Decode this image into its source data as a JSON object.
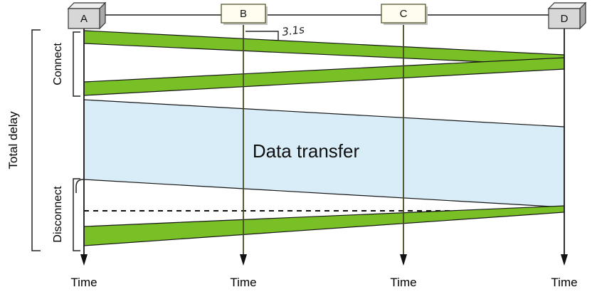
{
  "diagram": {
    "nodes": [
      {
        "label": "A"
      },
      {
        "label": "B"
      },
      {
        "label": "C"
      },
      {
        "label": "D"
      }
    ],
    "time_axis_label": "Time",
    "labels": {
      "total_delay": "Total delay",
      "connect": "Connect",
      "disconnect": "Disconnect",
      "data_transfer": "Data transfer",
      "annotation": "3.1s"
    },
    "colors": {
      "green_band": "#79bf26",
      "blue_band": "#d8edf8",
      "line": "#1c1c1c"
    }
  }
}
